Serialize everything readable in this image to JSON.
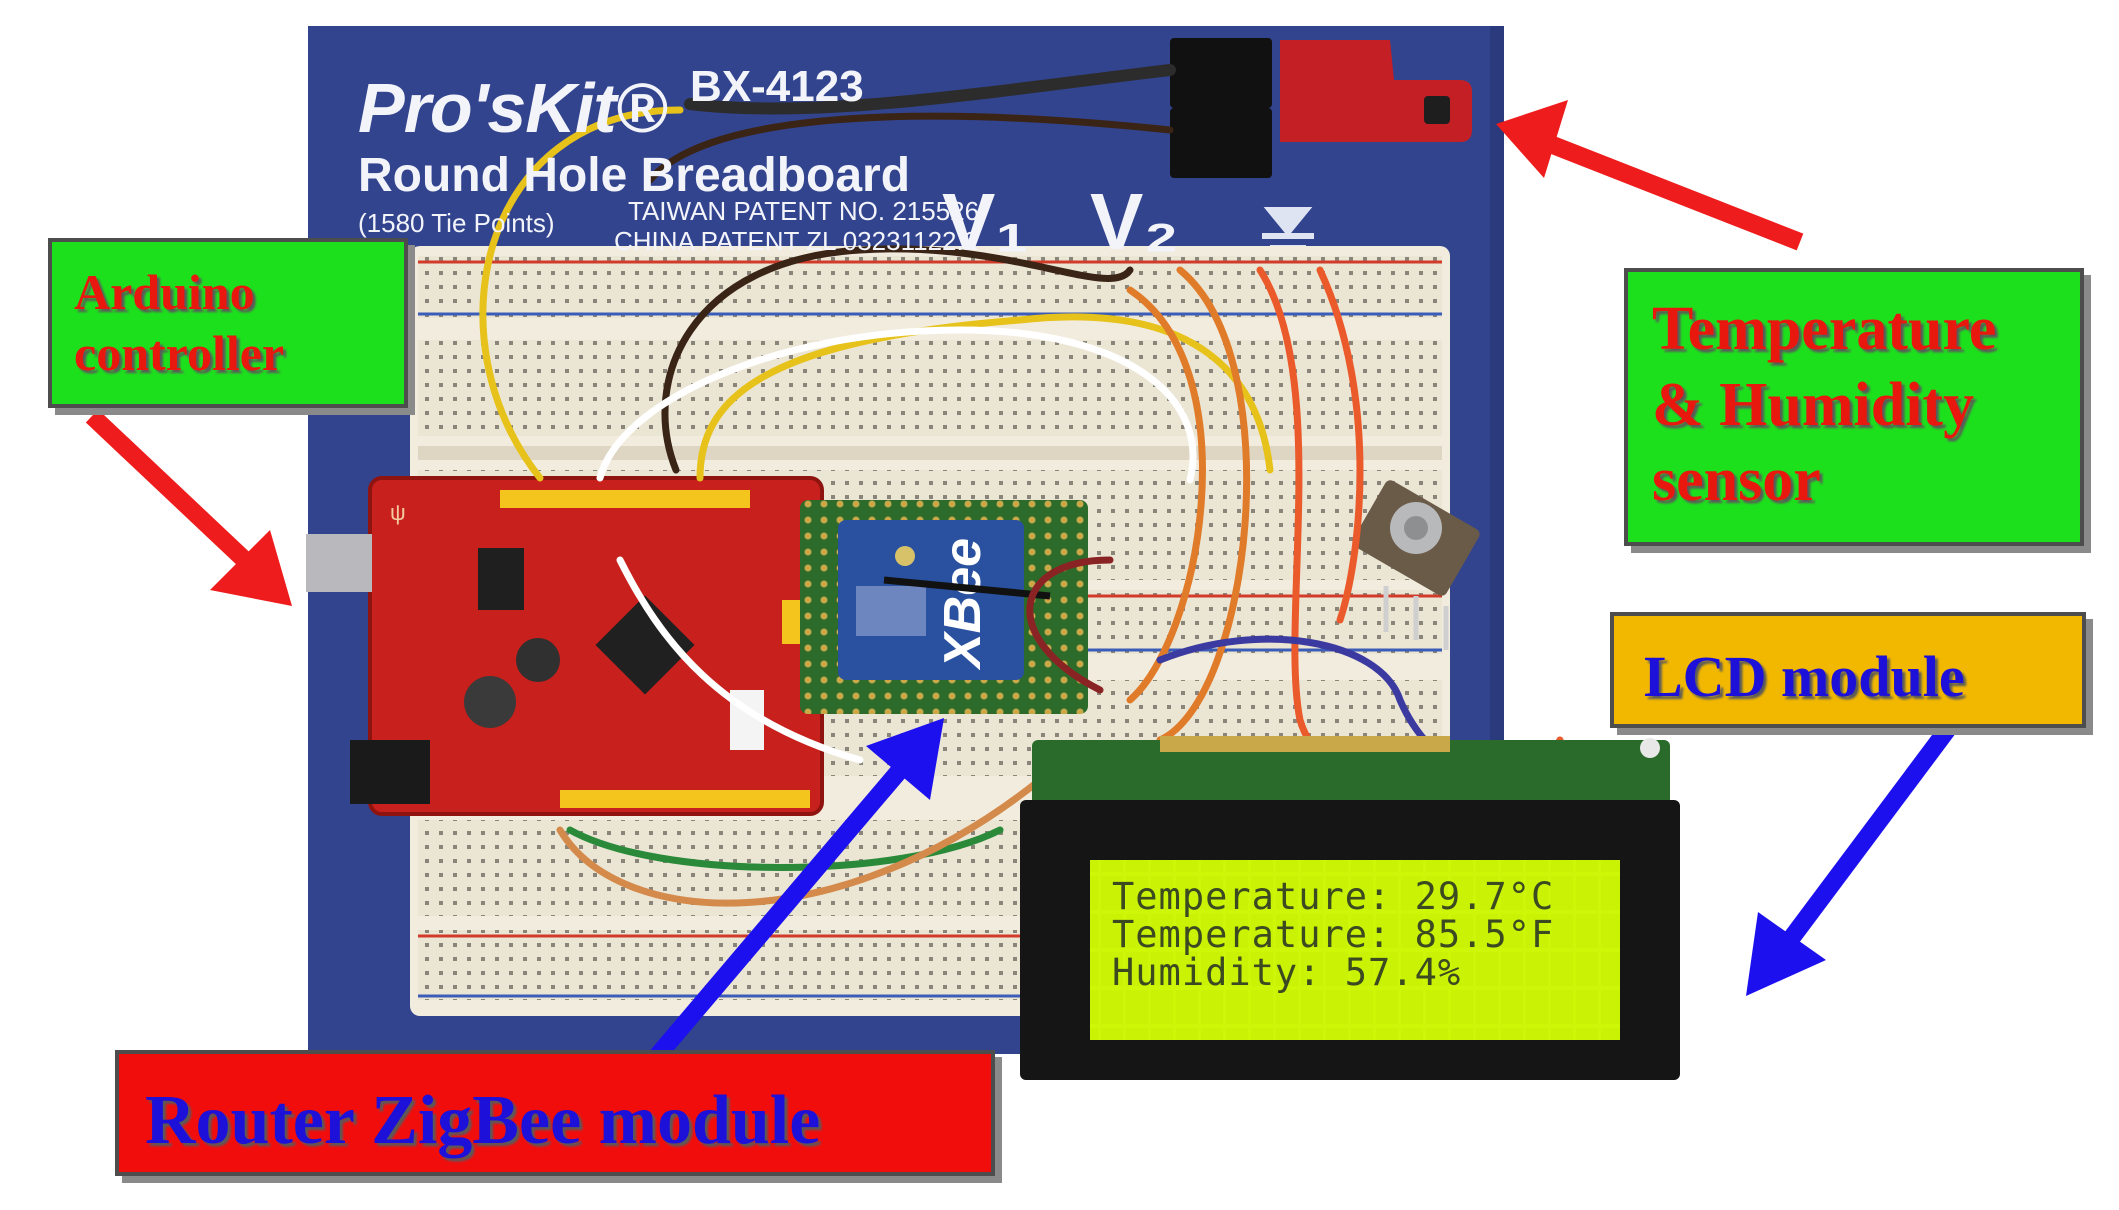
{
  "labels": {
    "arduino": {
      "line1": "Arduino",
      "line2": "controller"
    },
    "sensor": {
      "line1": "Temperature",
      "line2": "& Humidity",
      "line3": "sensor"
    },
    "lcd": {
      "text": "LCD module"
    },
    "zigbee": {
      "text": "Router ZigBee module"
    }
  },
  "lcd_display": {
    "line1": "Temperature: 29.7°C",
    "line2": "Temperature: 85.5°F",
    "line3": "Humidity: 57.4%"
  },
  "breadboard": {
    "brand": "Pro'sKit®",
    "model": "BX-4123",
    "product": "Round Hole Breadboard",
    "tie_points": "(1580 Tie Points)",
    "patent_line1": "TAIWAN PATENT NO. 215526",
    "patent_line2": "CHINA PATENT ZL 03231122.2",
    "v1": "V₁",
    "v2": "V₂"
  },
  "colors": {
    "green_label": "#1de01d",
    "red_label": "#f20d0d",
    "gold_label": "#f2b800",
    "label_red_text": "#e8180f",
    "label_blue_text": "#1d10d8",
    "red_arrow": "#ee1c1c",
    "blue_arrow": "#1d10ee",
    "board_blue": "#33448f",
    "breadboard_cream": "#ece6d6",
    "arduino_red": "#c8201c",
    "xbee_green": "#2d6b2a",
    "lcd_green": "#c8f200",
    "lcd_text": "#3c4a22"
  },
  "icons": [
    "arrow-icon",
    "potentiometer",
    "usb-connector",
    "dc-jack"
  ]
}
